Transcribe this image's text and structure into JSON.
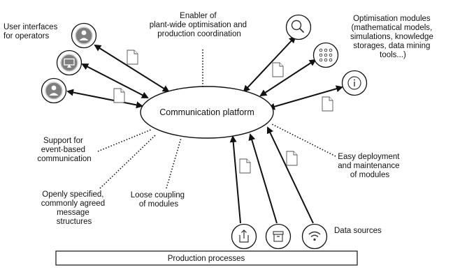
{
  "center": {
    "label": "Communication platform"
  },
  "production": {
    "label": "Production processes"
  },
  "labels": {
    "user_interfaces": [
      "User interfaces",
      "for operators"
    ],
    "enabler": [
      "Enabler of",
      "plant-wide optimisation and",
      "production coordination"
    ],
    "optimisation": [
      "Optimisation modules",
      "(mathematical models,",
      "simulations, knowledge",
      "storages, data mining",
      "tools...)"
    ],
    "event_based": [
      "Support for",
      "event-based",
      "communication"
    ],
    "deployment": [
      "Easy deployment",
      "and maintenance",
      "of modules"
    ],
    "openly_specified": [
      "Openly specified,",
      "commonly agreed",
      "message",
      "structures"
    ],
    "loose_coupling": [
      "Loose coupling",
      "of modules"
    ],
    "data_sources": [
      "Data sources"
    ]
  },
  "icons": {
    "left": [
      "user-icon",
      "display-icon",
      "user-icon"
    ],
    "right": [
      "search-icon",
      "grid-dots-icon",
      "info-icon"
    ],
    "bottom": [
      "upload-icon",
      "archive-icon",
      "wifi-icon"
    ]
  }
}
